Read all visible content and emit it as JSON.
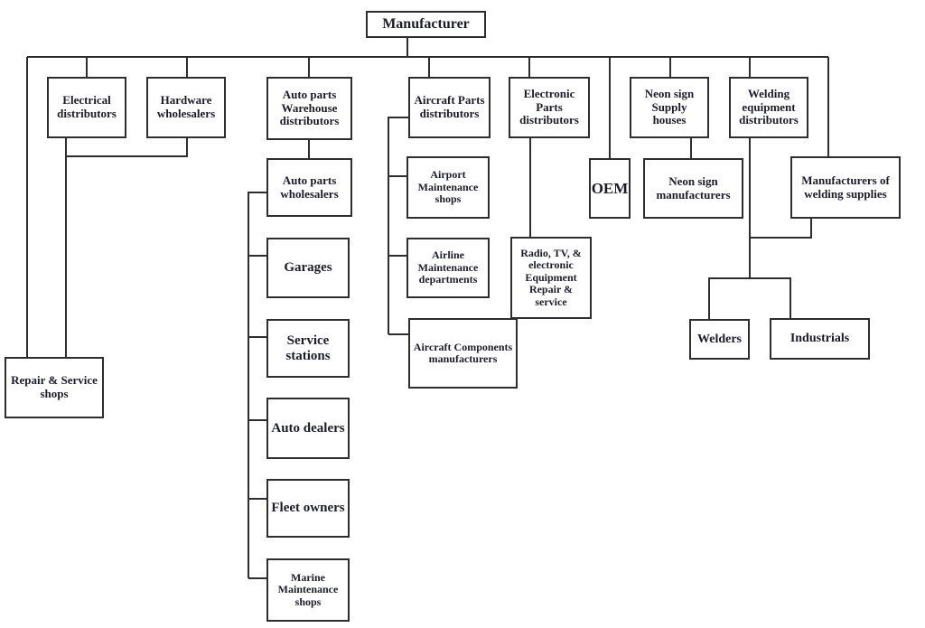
{
  "diagram": {
    "type": "org-chart",
    "description_root": "Manufacturer distribution channels flowchart",
    "colors": {
      "background": "#ffffff",
      "box_border": "#2e2e2e",
      "text": "#1c1c28",
      "line": "#2e2e2e"
    },
    "nodes": [
      {
        "id": "manufacturer",
        "label": "Manufacturer"
      },
      {
        "id": "electrical-distributors",
        "label": "Electrical distributors"
      },
      {
        "id": "hardware-wholesalers",
        "label": "Hardware wholesalers"
      },
      {
        "id": "auto-parts-warehouse-distributors",
        "label": "Auto parts Warehouse distributors"
      },
      {
        "id": "auto-parts-wholesalers",
        "label": "Auto parts wholesalers"
      },
      {
        "id": "garages",
        "label": "Garages"
      },
      {
        "id": "service-stations",
        "label": "Service stations"
      },
      {
        "id": "auto-dealers",
        "label": "Auto dealers"
      },
      {
        "id": "fleet-owners",
        "label": "Fleet owners"
      },
      {
        "id": "marine-maintenance-shops",
        "label": "Marine Maintenance shops"
      },
      {
        "id": "aircraft-parts-distributors",
        "label": "Aircraft Parts distributors"
      },
      {
        "id": "airport-maintenance-shops",
        "label": "Airport Maintenance shops"
      },
      {
        "id": "airline-maintenance-departments",
        "label": "Airline Maintenance departments"
      },
      {
        "id": "aircraft-components-manufacturers",
        "label": "Aircraft Components manufacturers"
      },
      {
        "id": "electronic-parts-distributors",
        "label": "Electronic Parts distributors"
      },
      {
        "id": "radio-tv-electronic-equipment-repair-service",
        "label": "Radio, TV, & electronic Equipment Repair & service"
      },
      {
        "id": "oem",
        "label": "OEM"
      },
      {
        "id": "neon-sign-supply-houses",
        "label": "Neon sign Supply houses"
      },
      {
        "id": "neon-sign-manufacturers",
        "label": "Neon sign manufacturers"
      },
      {
        "id": "welding-equipment-distributors",
        "label": "Welding equipment distributors"
      },
      {
        "id": "manufacturers-of-welding-supplies",
        "label": "Manufacturers of welding supplies"
      },
      {
        "id": "welders",
        "label": "Welders"
      },
      {
        "id": "industrials",
        "label": "Industrials"
      },
      {
        "id": "repair-service-shops",
        "label": "Repair & Service shops"
      }
    ],
    "edges": [
      {
        "from": "manufacturer",
        "to": "electrical-distributors"
      },
      {
        "from": "manufacturer",
        "to": "hardware-wholesalers"
      },
      {
        "from": "manufacturer",
        "to": "auto-parts-warehouse-distributors"
      },
      {
        "from": "manufacturer",
        "to": "aircraft-parts-distributors"
      },
      {
        "from": "manufacturer",
        "to": "electronic-parts-distributors"
      },
      {
        "from": "manufacturer",
        "to": "oem"
      },
      {
        "from": "manufacturer",
        "to": "neon-sign-supply-houses"
      },
      {
        "from": "manufacturer",
        "to": "welding-equipment-distributors"
      },
      {
        "from": "manufacturer",
        "to": "manufacturers-of-welding-supplies"
      },
      {
        "from": "manufacturer",
        "to": "repair-service-shops"
      },
      {
        "from": "electrical-distributors",
        "to": "repair-service-shops"
      },
      {
        "from": "hardware-wholesalers",
        "to": "repair-service-shops"
      },
      {
        "from": "auto-parts-warehouse-distributors",
        "to": "auto-parts-wholesalers"
      },
      {
        "from": "auto-parts-wholesalers",
        "to": "garages"
      },
      {
        "from": "auto-parts-wholesalers",
        "to": "service-stations"
      },
      {
        "from": "auto-parts-wholesalers",
        "to": "auto-dealers"
      },
      {
        "from": "auto-parts-wholesalers",
        "to": "fleet-owners"
      },
      {
        "from": "auto-parts-wholesalers",
        "to": "marine-maintenance-shops"
      },
      {
        "from": "aircraft-parts-distributors",
        "to": "airport-maintenance-shops"
      },
      {
        "from": "aircraft-parts-distributors",
        "to": "airline-maintenance-departments"
      },
      {
        "from": "aircraft-parts-distributors",
        "to": "aircraft-components-manufacturers"
      },
      {
        "from": "electronic-parts-distributors",
        "to": "radio-tv-electronic-equipment-repair-service"
      },
      {
        "from": "neon-sign-supply-houses",
        "to": "neon-sign-manufacturers"
      },
      {
        "from": "welding-equipment-distributors",
        "to": "welders"
      },
      {
        "from": "welding-equipment-distributors",
        "to": "industrials"
      },
      {
        "from": "manufacturers-of-welding-supplies",
        "to": "welders"
      },
      {
        "from": "manufacturers-of-welding-supplies",
        "to": "industrials"
      }
    ]
  }
}
